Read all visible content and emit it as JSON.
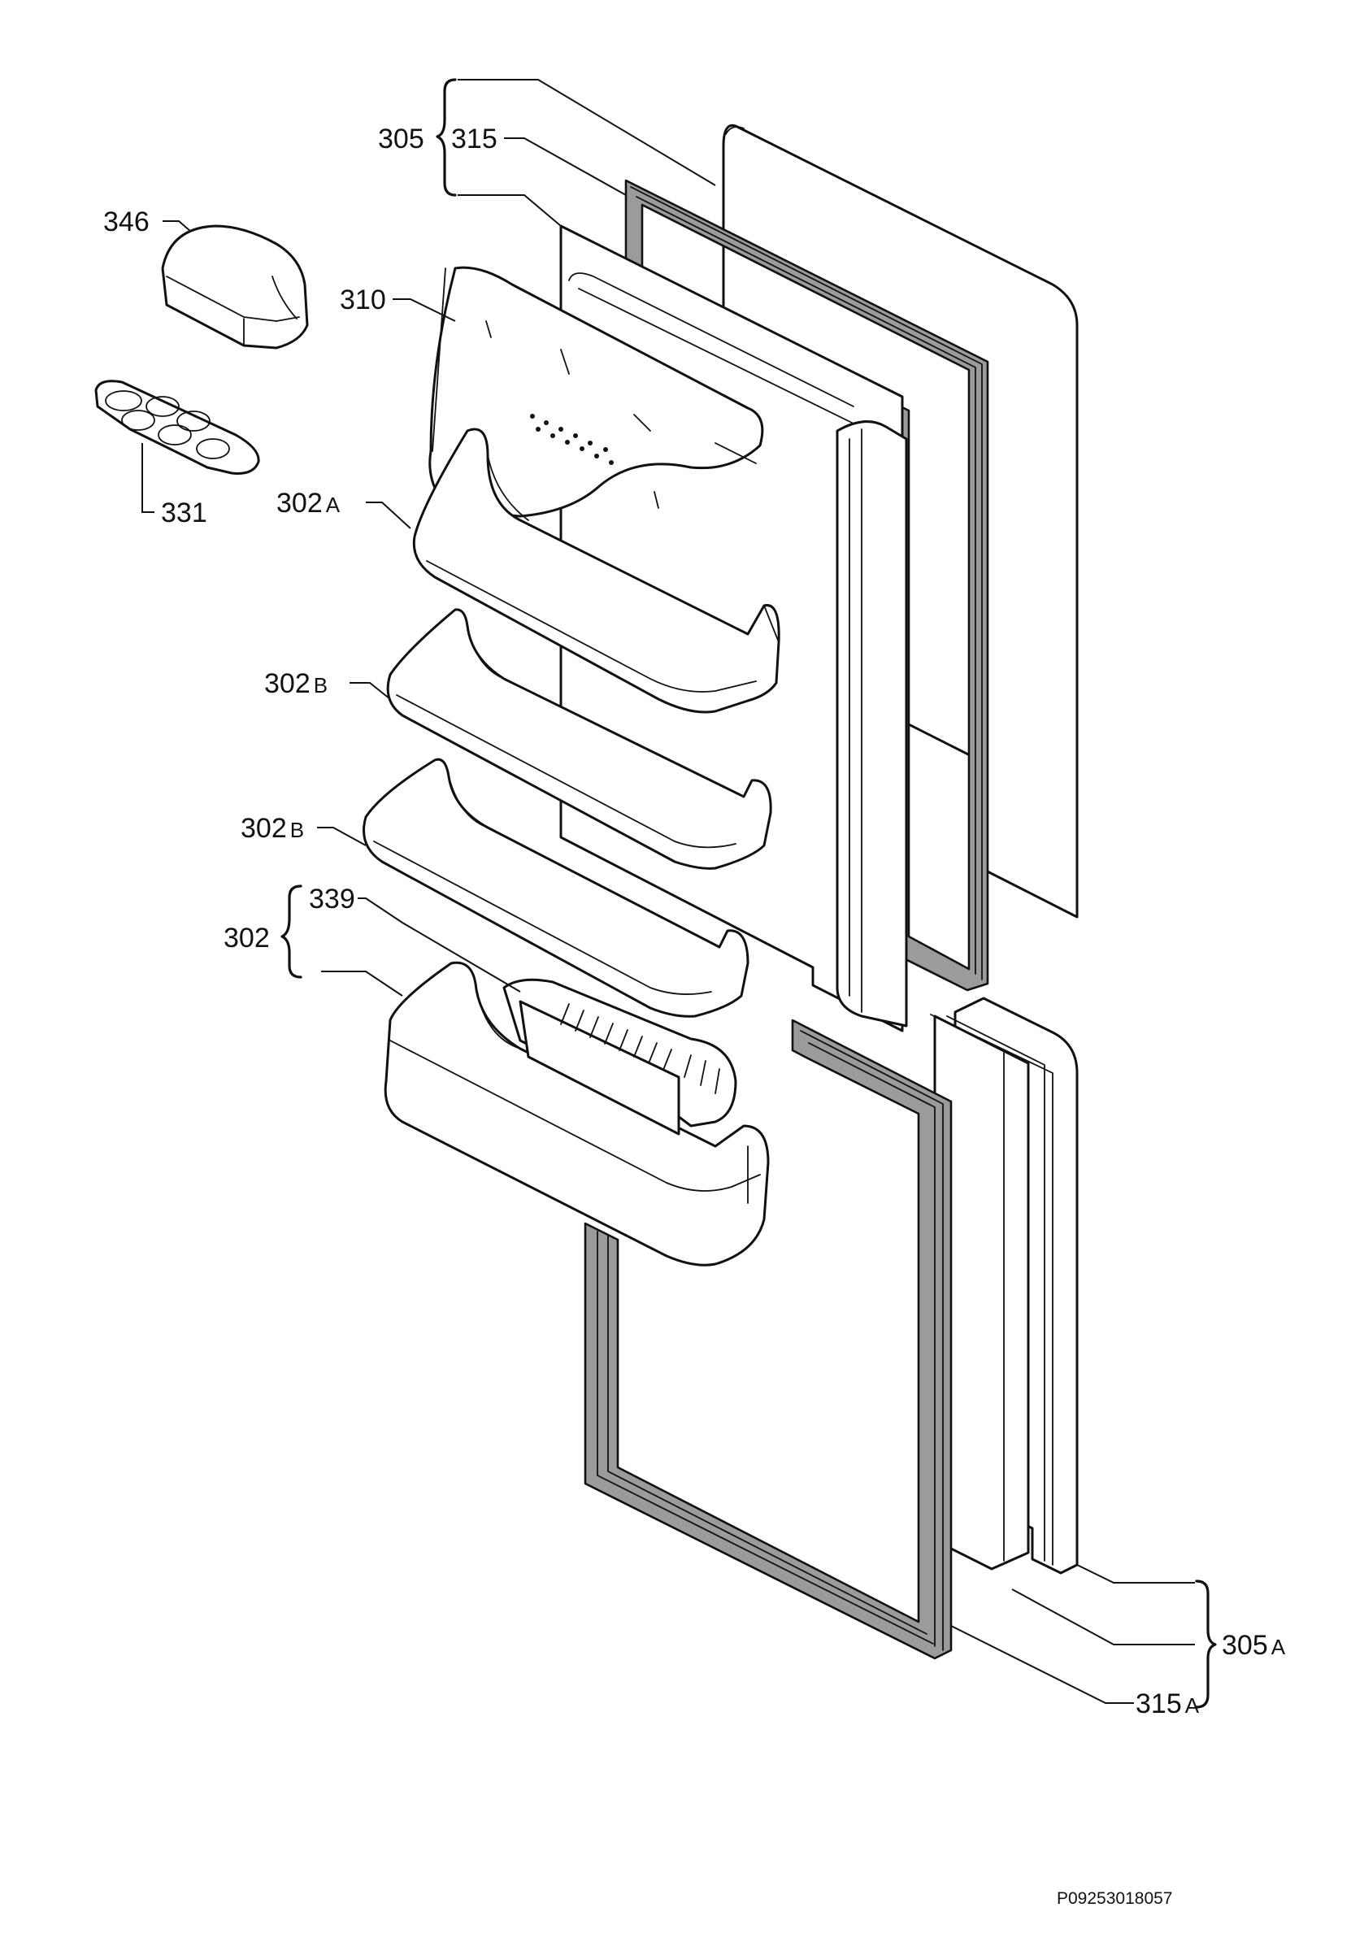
{
  "labels": {
    "l305": "305",
    "l315": "315",
    "l346": "346",
    "l310": "310",
    "l331": "331",
    "l302a_num": "302",
    "l302a_suf": "A",
    "l302b1_num": "302",
    "l302b1_suf": "B",
    "l302b2_num": "302",
    "l302b2_suf": "B",
    "l302": "302",
    "l339": "339",
    "l305a_num": "305",
    "l305a_suf": "A",
    "l315a_num": "315",
    "l315a_suf": "A"
  },
  "drawing_code": "P09253018057"
}
